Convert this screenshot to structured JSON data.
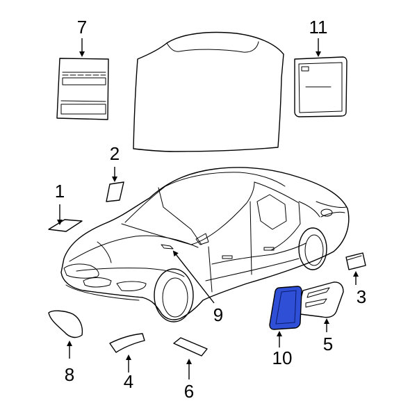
{
  "diagram": {
    "highlight_color": "#2f4fd6",
    "callouts": [
      "1",
      "2",
      "3",
      "4",
      "5",
      "6",
      "7",
      "8",
      "9",
      "10",
      "11"
    ]
  }
}
